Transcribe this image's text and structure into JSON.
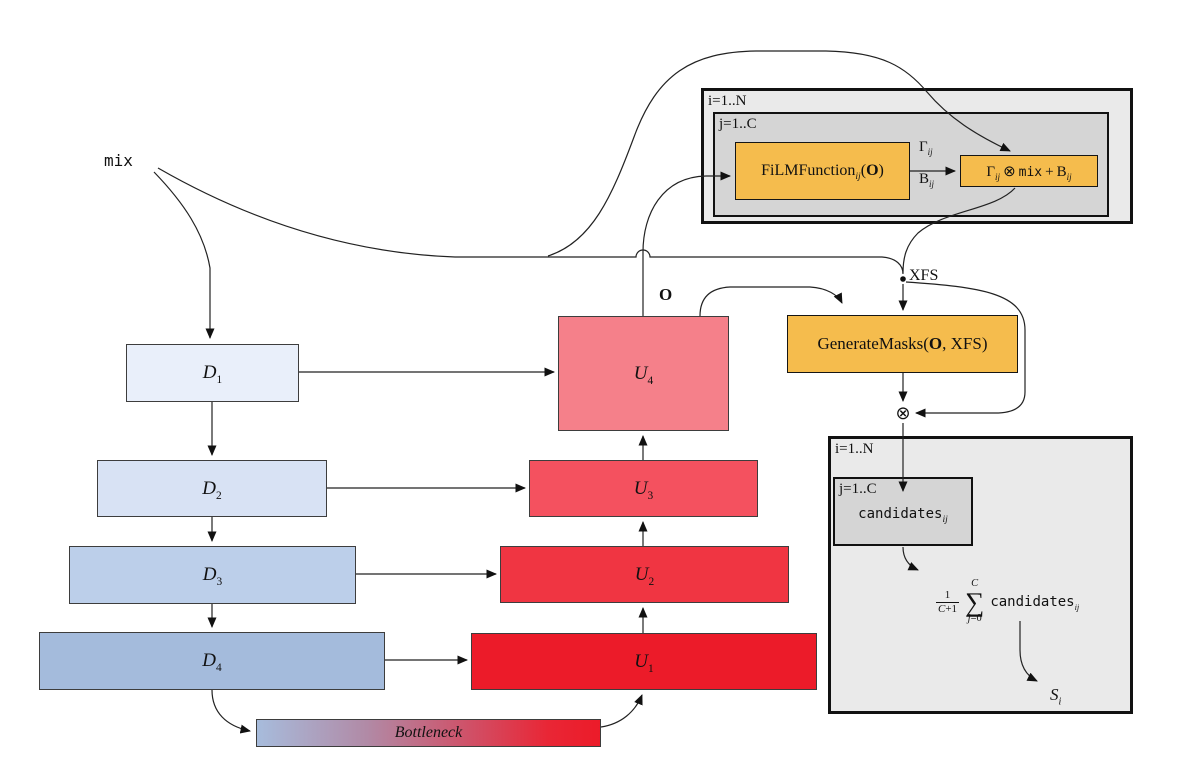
{
  "diagram": {
    "mix_label": "mix",
    "o_label": "O",
    "xfs_label": "XFS",
    "otimes_symbol": "⊗",
    "bottleneck_label": "Bottleneck",
    "encoder": [
      {
        "base": "D",
        "sub": "1"
      },
      {
        "base": "D",
        "sub": "2"
      },
      {
        "base": "D",
        "sub": "3"
      },
      {
        "base": "D",
        "sub": "4"
      }
    ],
    "decoder": [
      {
        "base": "U",
        "sub": "4"
      },
      {
        "base": "U",
        "sub": "3"
      },
      {
        "base": "U",
        "sub": "2"
      },
      {
        "base": "U",
        "sub": "1"
      }
    ],
    "film_loop": {
      "outer_label": "i=1..N",
      "inner_label": "j=1..C",
      "film_function": {
        "name": "FiLMFunction",
        "sub": "ij",
        "open": "(",
        "arg": "O",
        "close": ")"
      },
      "gamma_out": {
        "base": "Γ",
        "sub": "ij"
      },
      "beta_out": {
        "base": "B",
        "sub": "ij"
      },
      "film_apply": {
        "gamma": "Γ",
        "gamma_sub": "ij",
        "otimes": "⊗",
        "mix": "mix",
        "plus": "+",
        "beta": "B",
        "beta_sub": "ij"
      }
    },
    "generate_masks": {
      "name": "GenerateMasks",
      "open": "(",
      "arg1": "O",
      "sep": ", ",
      "arg2": "XFS",
      "close": ")"
    },
    "sum_loop": {
      "outer_label": "i=1..N",
      "inner_label": "j=1..C",
      "candidates": {
        "base": "candidates",
        "sub": "ij"
      },
      "formula": {
        "num": "1",
        "den_var": "C",
        "den_op": "+1",
        "sigma": "∑",
        "sup": "C",
        "sub_var": "j",
        "sub_eq": "=0",
        "base": "candidates",
        "base_sub": "ij"
      },
      "output": {
        "base": "S",
        "sub": "i"
      }
    },
    "palette": {
      "encoder_fills": [
        "#E9EFFA",
        "#D8E2F4",
        "#BCCFEA",
        "#A4BBDC"
      ],
      "decoder_fills": [
        "#F5808A",
        "#F4515F",
        "#F03542",
        "#EC1B29"
      ],
      "film_box_fill": "#F5BC4D",
      "outer_loop_fill": "#EAEAEA",
      "inner_loop_fill": "#D5D5D5",
      "bottleneck_gradient": [
        "#A7BCDC",
        "#EC1B29"
      ],
      "line_color": "#222222"
    }
  }
}
